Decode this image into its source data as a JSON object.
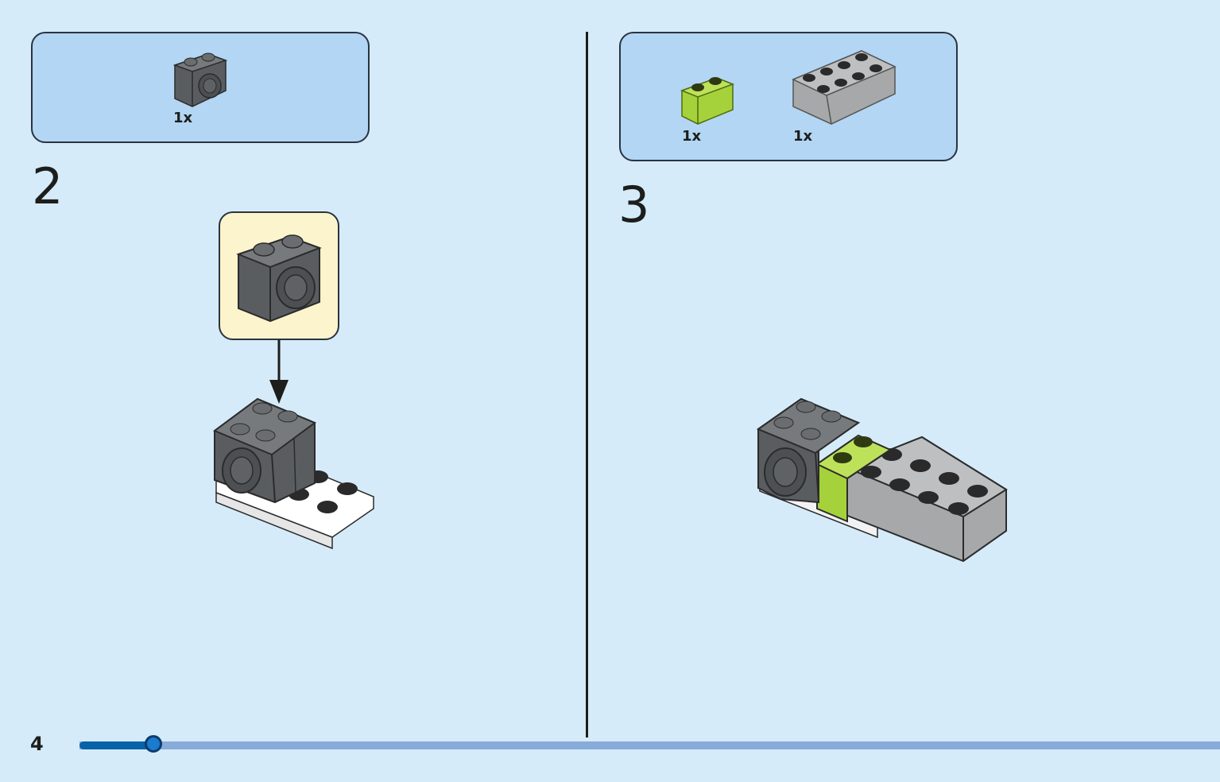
{
  "page": {
    "number": "4",
    "progress_fraction": 0.065
  },
  "step_2": {
    "number": "2",
    "parts": [
      {
        "qty": "1x",
        "part": "dark-gray-1x2-brick-with-axle-hole"
      }
    ]
  },
  "step_3": {
    "number": "3",
    "parts": [
      {
        "qty": "1x",
        "part": "lime-1x2-brick"
      },
      {
        "qty": "1x",
        "part": "light-gray-2x4-brick"
      }
    ]
  },
  "colors": {
    "background": "#d5ebf9",
    "parts_box": "#b2d6f3",
    "callout": "#fcf4cc",
    "dark_gray": "#5a5d60",
    "light_gray": "#a6a8aa",
    "lime": "#a5d23a",
    "white_plate": "#ffffff",
    "progress_fill": "#0862a8",
    "progress_track": "#88abd9"
  }
}
